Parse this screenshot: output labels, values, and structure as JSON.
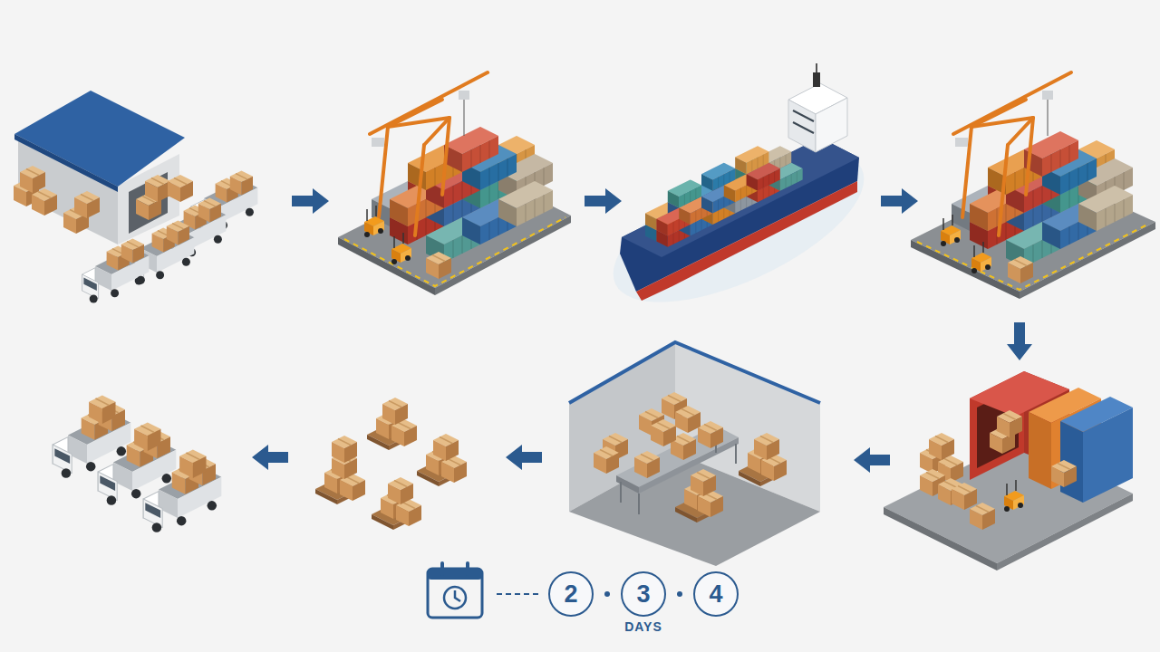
{
  "diagram": {
    "nodes": [
      {
        "text": [
          "2"
        ]
      },
      {
        "text": [
          "3"
        ]
      },
      {
        "text": [
          "4"
        ]
      }
    ],
    "labels": [
      "DAYS"
    ]
  }
}
